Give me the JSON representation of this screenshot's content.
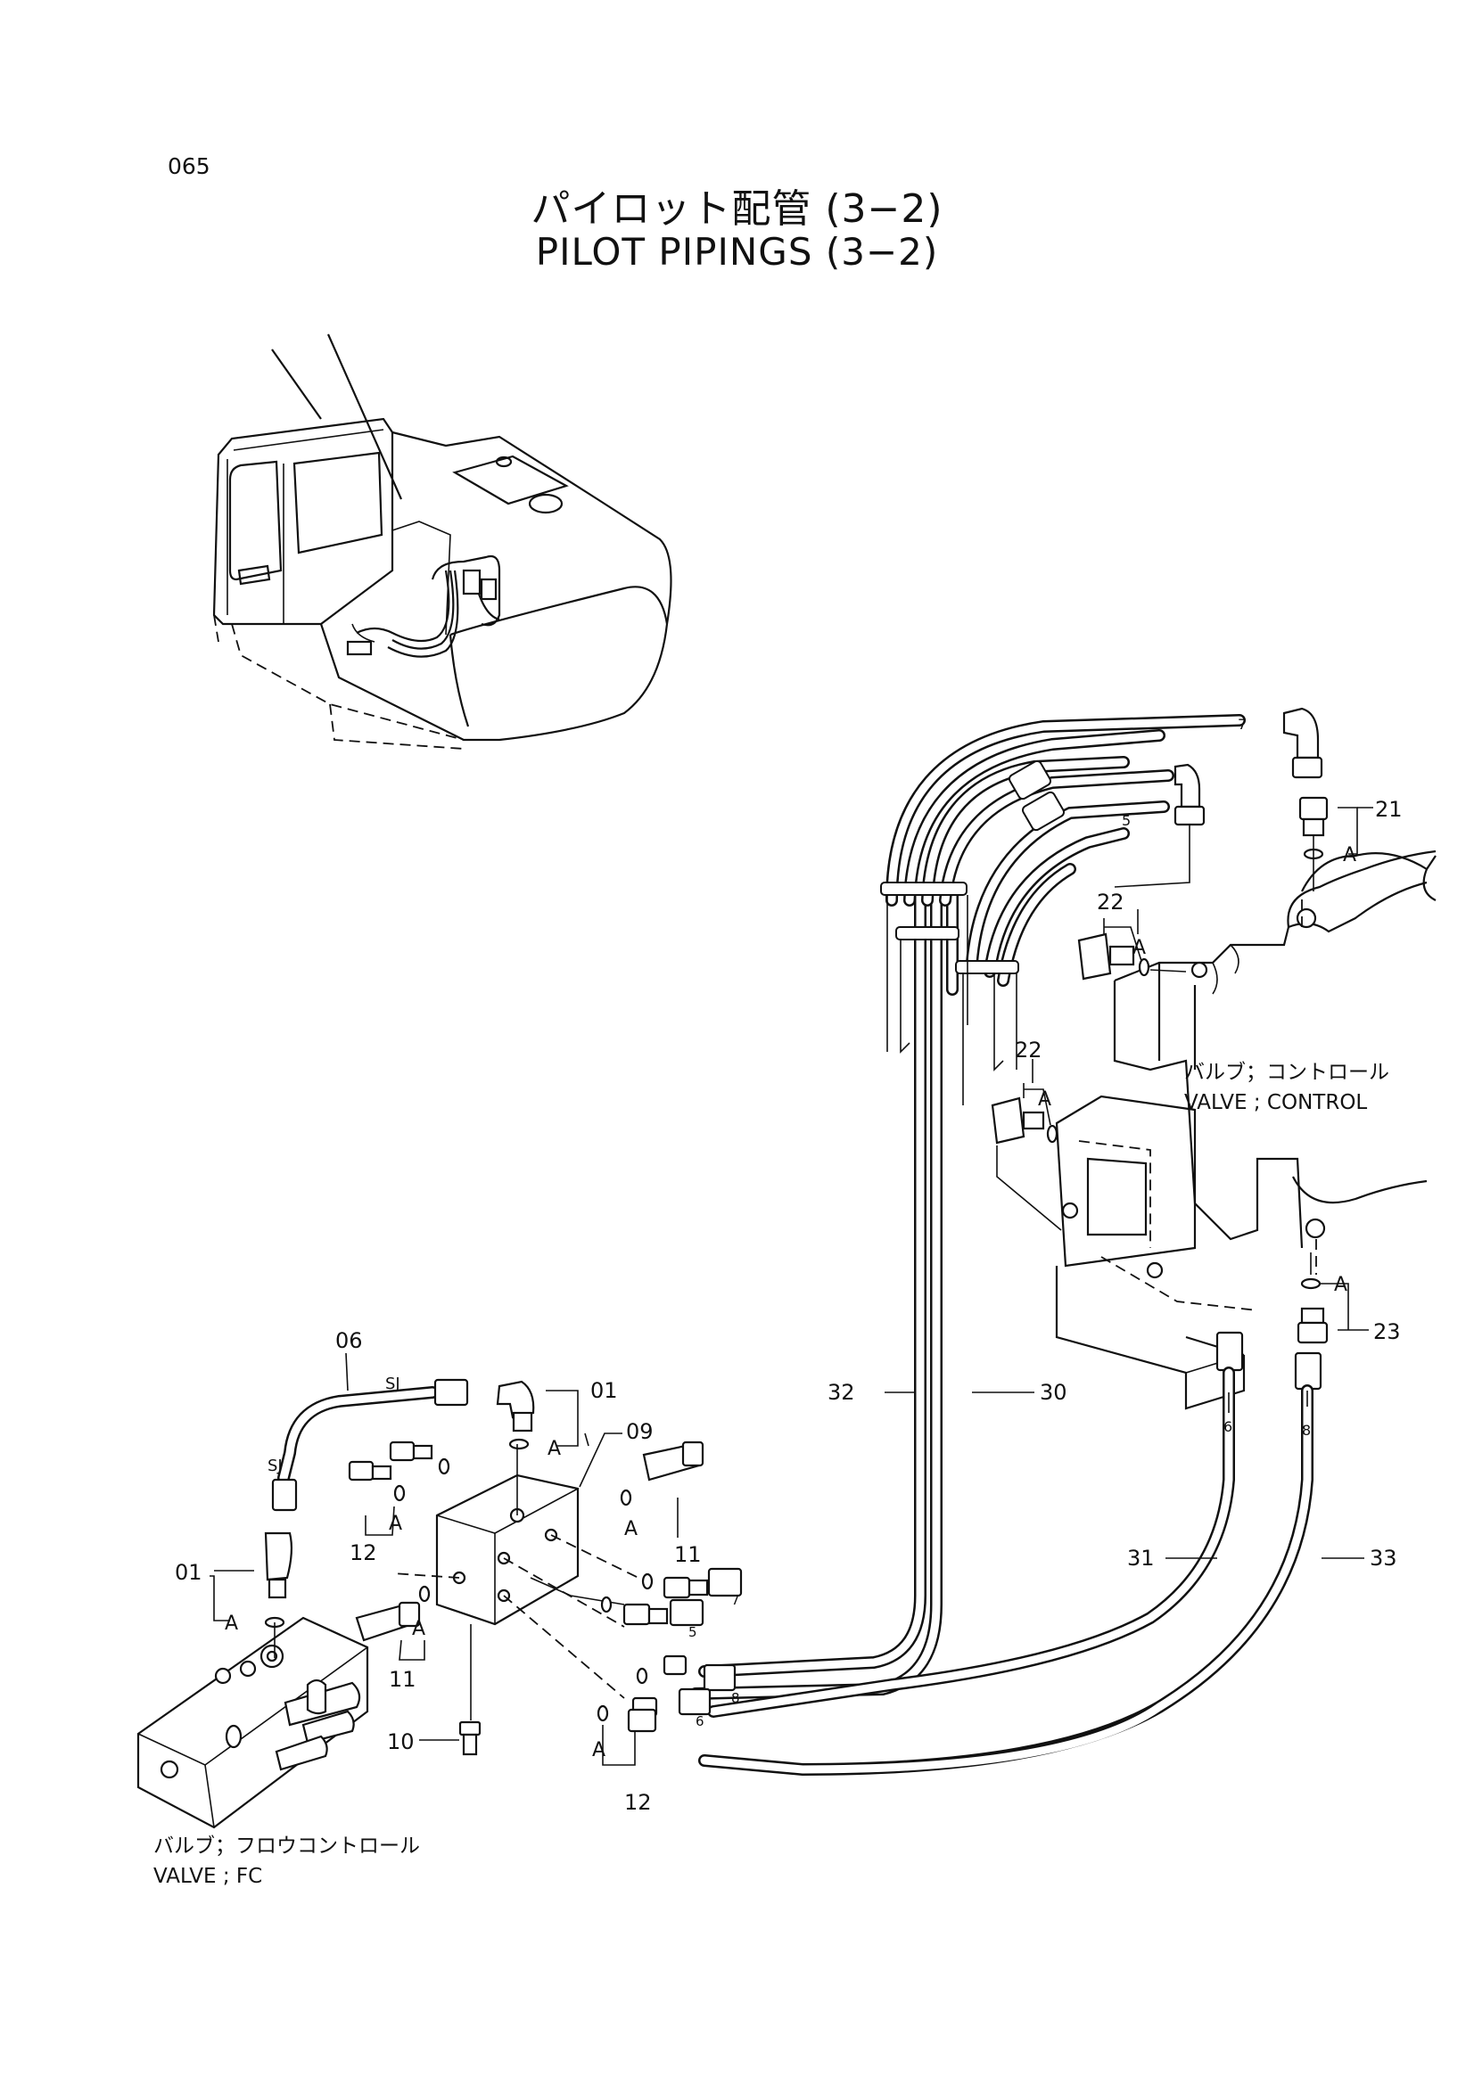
{
  "page": {
    "number": "065",
    "title_jp": "パイロット配管 (3−2)",
    "title_en": "PILOT PIPINGS (3−2)"
  },
  "labels": {
    "valve_control_jp": "バルブ；コントロール",
    "valve_control_en": "VALVE ; CONTROL",
    "valve_fc_jp": "バルブ；フロウコントロール",
    "valve_fc_en": "VALVE ; FC",
    "sj": "SJ",
    "assembly_mark": "A"
  },
  "callouts": {
    "p01": "01",
    "p06": "06",
    "p09": "09",
    "p10": "10",
    "p11": "11",
    "p12": "12",
    "p21": "21",
    "p22": "22",
    "p23": "23",
    "p30": "30",
    "p31": "31",
    "p32": "32",
    "p33": "33",
    "h5": "5",
    "h6": "6",
    "h7": "7",
    "h8": "8"
  }
}
